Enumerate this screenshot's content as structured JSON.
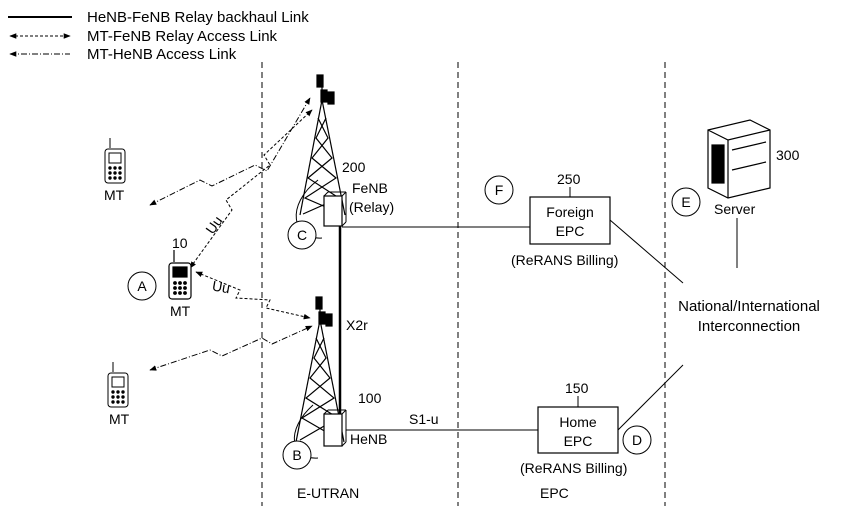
{
  "legend": {
    "backhaul": "HeNB-FeNB Relay backhaul Link",
    "relay_access": "MT-FeNB Relay Access Link",
    "henb_access": "MT-HeNB Access Link"
  },
  "regions": {
    "eutran": "E-UTRAN",
    "epc": "EPC"
  },
  "nodes": {
    "fenb_num": "200",
    "fenb_line1": "FeNB",
    "fenb_line2": "(Relay)",
    "henb_num": "100",
    "henb_label": "HeNB",
    "mt_num": "10",
    "mt_label": "MT",
    "mt_top_label": "MT",
    "mt_bottom_label": "MT",
    "foreign_num": "250",
    "foreign_line1": "Foreign",
    "foreign_line2": "EPC",
    "foreign_billing": "(ReRANS Billing)",
    "home_num": "150",
    "home_line1": "Home",
    "home_line2": "EPC",
    "home_billing": "(ReRANS Billing)",
    "server_num": "300",
    "server_label": "Server",
    "inter_line1": "National/International",
    "inter_line2": "Interconnection"
  },
  "links": {
    "uu_upper": "Uu",
    "uu_lower": "Uu",
    "x2r": "X2r",
    "s1u": "S1-u"
  },
  "markers": {
    "a": "A",
    "b": "B",
    "c": "C",
    "d": "D",
    "e": "E",
    "f": "F"
  }
}
